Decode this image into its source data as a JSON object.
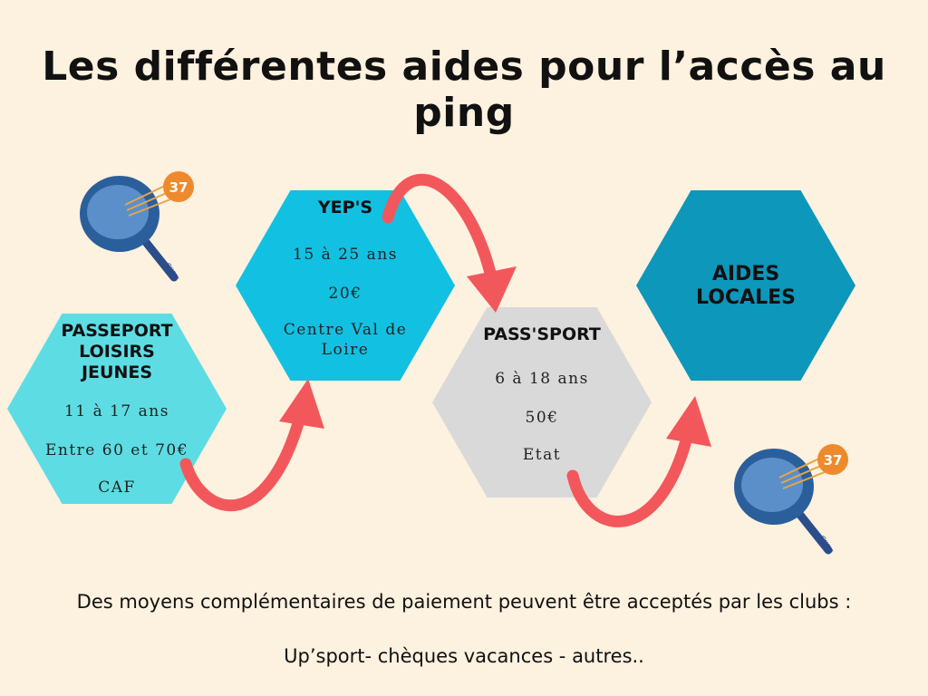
{
  "title": "Les différentes aides pour l’accès au ping",
  "colors": {
    "background": "#fdf1df",
    "hex_passeport": "#5ddde3",
    "hex_yeps": "#12c0e2",
    "hex_passsport": "#d9d9d9",
    "hex_aides": "#0d97ba",
    "arrow": "#f2585b"
  },
  "aids": [
    {
      "name": "PASSEPORT LOISIRS JEUNES",
      "name_lines": [
        "PASSEPORT",
        "LOISIRS",
        "JEUNES"
      ],
      "age": "11 à 17 ans",
      "amount": "Entre 60 et 70€",
      "provider": "CAF"
    },
    {
      "name": "YEP'S",
      "age": "15 à 25 ans",
      "amount": "20€",
      "provider_lines": [
        "Centre Val de",
        "Loire"
      ]
    },
    {
      "name": "PASS'SPORT",
      "age": "6 à 18 ans",
      "amount": "50€",
      "provider": "Etat"
    },
    {
      "name_lines": [
        "AIDES",
        "LOCALES"
      ]
    }
  ],
  "logo": {
    "badge": "37",
    "text": "CILTT",
    "icon": "ping-pong-paddle-logo"
  },
  "footer": {
    "line1": "Des moyens complémentaires de paiement peuvent être acceptés par les clubs :",
    "line2": "Up’sport- chèques vacances - autres.."
  }
}
